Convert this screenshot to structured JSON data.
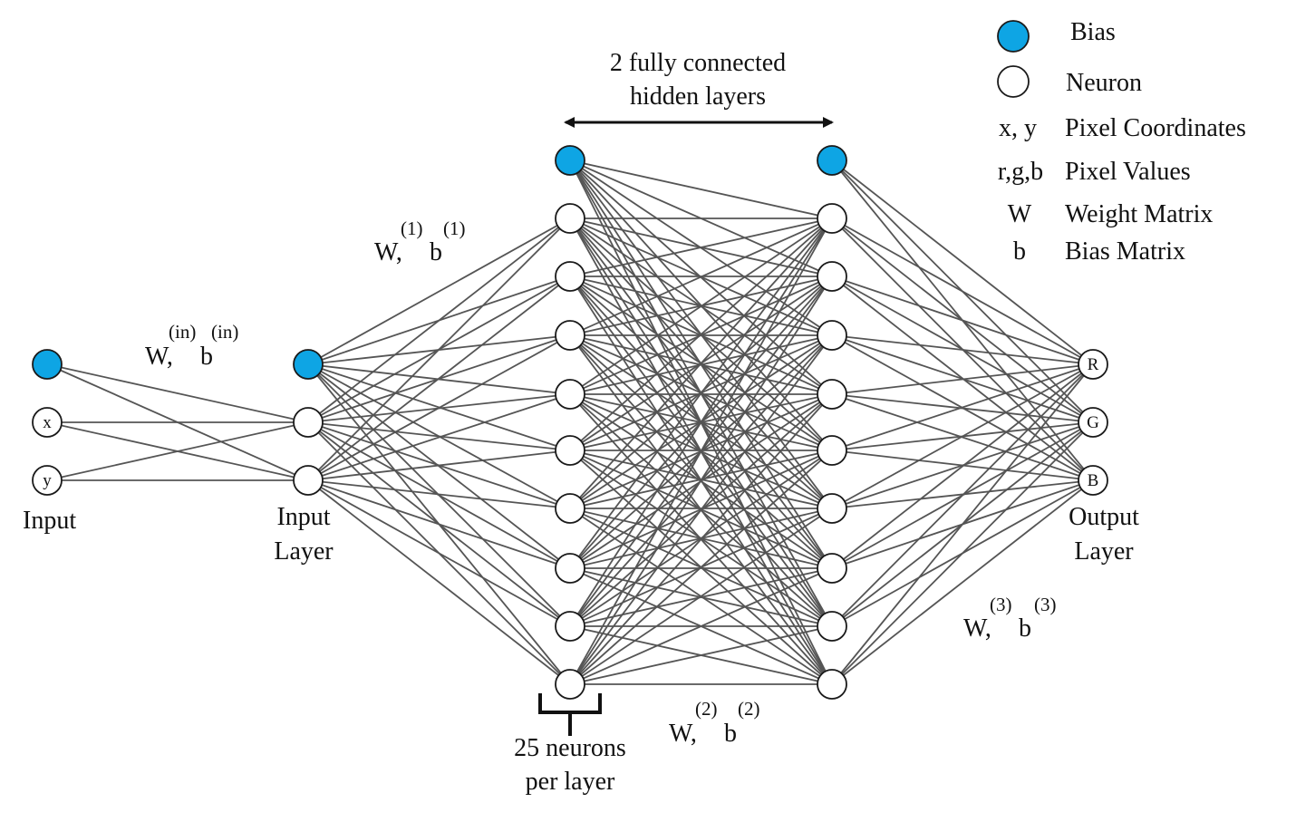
{
  "colors": {
    "bias_fill": "#0ea5e4",
    "neuron_fill": "#ffffff",
    "edge": "#555555",
    "stroke": "#1a1a1a"
  },
  "inputs": {
    "x": "x",
    "y": "y"
  },
  "outputs": {
    "r": "R",
    "g": "G",
    "b": "B"
  },
  "labels": {
    "input": "Input",
    "input_layer_line1": "Input",
    "input_layer_line2": "Layer",
    "output_layer_line1": "Output",
    "output_layer_line2": "Layer",
    "hidden_line1": "2 fully connected",
    "hidden_line2": "hidden layers",
    "neurons_line1": "25 neurons",
    "neurons_line2": "per layer"
  },
  "weights": {
    "in": {
      "w": "W,",
      "b": "b",
      "sup_w": "(in)",
      "sup_b": "(in)"
    },
    "l1": {
      "w": "W,",
      "b": "b",
      "sup_w": "(1)",
      "sup_b": "(1)"
    },
    "l2": {
      "w": "W,",
      "b": "b",
      "sup_w": "(2)",
      "sup_b": "(2)"
    },
    "l3": {
      "w": "W,",
      "b": "b",
      "sup_w": "(3)",
      "sup_b": "(3)"
    }
  },
  "legend": [
    {
      "symbol": "",
      "icon": "bias-circle",
      "label": "Bias"
    },
    {
      "symbol": "",
      "icon": "neuron-circle",
      "label": "Neuron"
    },
    {
      "symbol": "x, y",
      "label": "Pixel Coordinates"
    },
    {
      "symbol": "r,g,b",
      "label": "Pixel Values"
    },
    {
      "symbol": "W",
      "label": "Weight Matrix"
    },
    {
      "symbol": "b",
      "label": "Bias Matrix"
    }
  ]
}
